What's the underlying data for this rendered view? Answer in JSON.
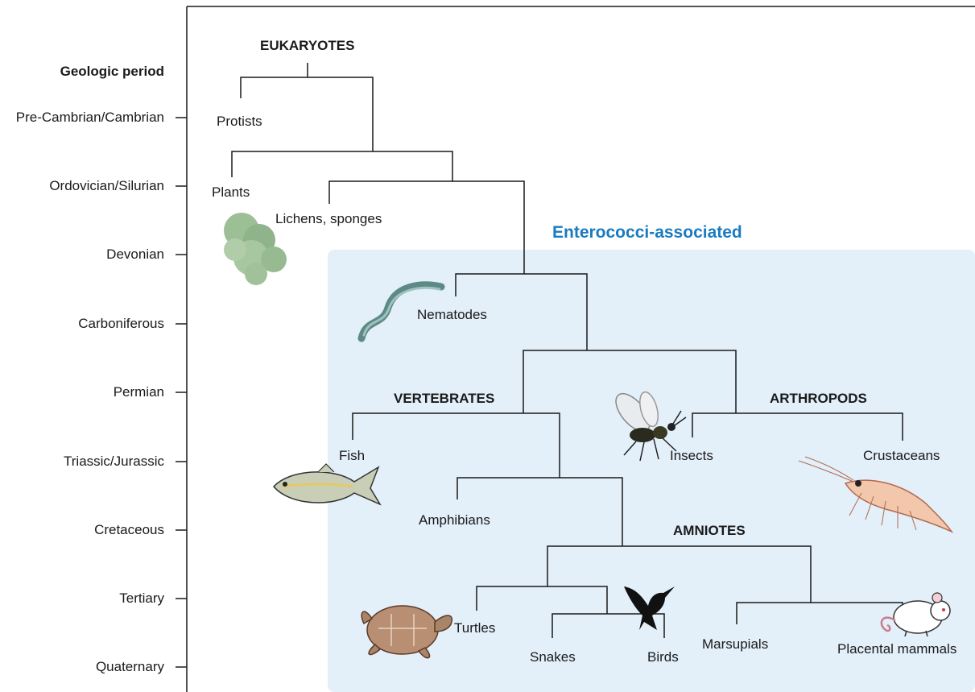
{
  "axis": {
    "title": "Geologic period",
    "periods": [
      "Pre-Cambrian/Cambrian",
      "Ordovician/Silurian",
      "Devonian",
      "Carboniferous",
      "Permian",
      "Triassic/Jurassic",
      "Cretaceous",
      "Tertiary",
      "Quaternary"
    ]
  },
  "region": {
    "label": "Enterococci-associated",
    "fill": "#e3eff9",
    "label_color": "#1a7bc0"
  },
  "clades": {
    "eukaryotes": "EUKARYOTES",
    "vertebrates": "VERTEBRATES",
    "arthropods": "ARTHROPODS",
    "amniotes": "AMNIOTES"
  },
  "taxa": {
    "protists": "Protists",
    "plants": "Plants",
    "lichens_sponges": "Lichens, sponges",
    "nematodes": "Nematodes",
    "fish": "Fish",
    "insects": "Insects",
    "crustaceans": "Crustaceans",
    "amphibians": "Amphibians",
    "turtles": "Turtles",
    "snakes": "Snakes",
    "birds": "Birds",
    "marsupials": "Marsupials",
    "placental_mammals": "Placental mammals"
  },
  "icons": [
    "plant-icon",
    "nematode-icon",
    "fish-icon",
    "insect-icon",
    "crustacean-icon",
    "turtle-icon",
    "bird-icon",
    "mouse-icon"
  ]
}
